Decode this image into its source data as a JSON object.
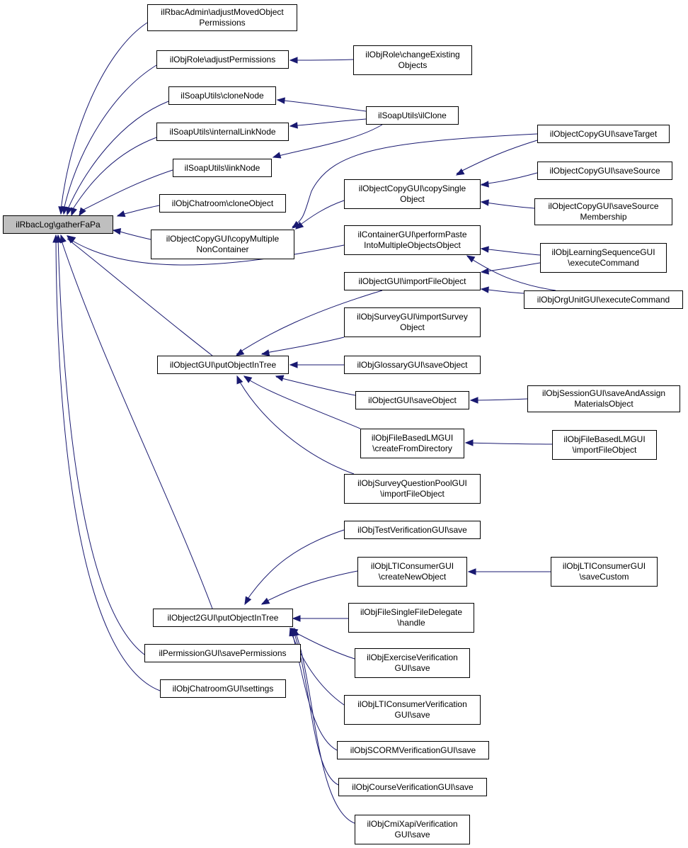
{
  "colors": {
    "edge": "#191970",
    "root_fill": "#bfbfbf",
    "node_fill": "#ffffff",
    "border": "#000000"
  },
  "nodes": {
    "root": "ilRbacLog\\gatherFaPa",
    "n1": "ilRbacAdmin\\adjustMovedObject\nPermissions",
    "n2": "ilObjRole\\adjustPermissions",
    "n3": "ilObjRole\\changeExisting\nObjects",
    "n4": "ilSoapUtils\\cloneNode",
    "n5": "ilSoapUtils\\ilClone",
    "n6": "ilSoapUtils\\internalLinkNode",
    "n7": "ilSoapUtils\\linkNode",
    "n8": "ilObjectCopyGUI\\saveTarget",
    "n9": "ilObjectCopyGUI\\copySingle\nObject",
    "n10": "ilObjectCopyGUI\\saveSource",
    "n11": "ilObjectCopyGUI\\saveSource\nMembership",
    "n12": "ilObjChatroom\\cloneObject",
    "n13": "ilObjectCopyGUI\\copyMultiple\nNonContainer",
    "n14": "ilContainerGUI\\performPaste\nIntoMultipleObjectsObject",
    "n15": "ilObjLearningSequenceGUI\n\\executeCommand",
    "n16": "ilObjectGUI\\importFileObject",
    "n17": "ilObjOrgUnitGUI\\executeCommand",
    "n18": "ilObjSurveyGUI\\importSurvey\nObject",
    "n19": "ilObjectGUI\\putObjectInTree",
    "n20": "ilObjGlossaryGUI\\saveObject",
    "n21": "ilObjectGUI\\saveObject",
    "n22": "ilObjSessionGUI\\saveAndAssign\nMaterialsObject",
    "n23": "ilObjFileBasedLMGUI\n\\createFromDirectory",
    "n24": "ilObjFileBasedLMGUI\n\\importFileObject",
    "n25": "ilObjSurveyQuestionPoolGUI\n\\importFileObject",
    "n26": "ilObjTestVerificationGUI\\save",
    "n27": "ilObjLTIConsumerGUI\n\\createNewObject",
    "n28": "ilObjLTIConsumerGUI\n\\saveCustom",
    "n29": "ilObjFileSingleFileDelegate\n\\handle",
    "n30": "ilObject2GUI\\putObjectInTree",
    "n31": "ilObjExerciseVerification\nGUI\\save",
    "n32": "ilPermissionGUI\\savePermissions",
    "n33": "ilObjChatroomGUI\\settings",
    "n34": "ilObjLTIConsumerVerification\nGUI\\save",
    "n35": "ilObjSCORMVerificationGUI\\save",
    "n36": "ilObjCourseVerificationGUI\\save",
    "n37": "ilObjCmiXapiVerification\nGUI\\save"
  }
}
